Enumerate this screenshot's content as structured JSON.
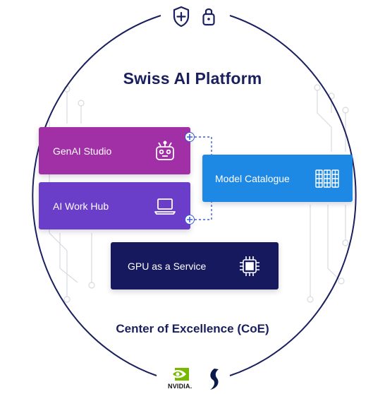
{
  "title": "Swiss AI Platform",
  "footer": "Center of Excellence (CoE)",
  "cards": {
    "genai": {
      "label": "GenAI Studio",
      "icon": "robot-icon",
      "color": "#a12fa6"
    },
    "work": {
      "label": "AI Work Hub",
      "icon": "laptop-icon",
      "color": "#6a3ec9"
    },
    "model": {
      "label": "Model Catalogue",
      "icon": "grid-catalogue-icon",
      "color": "#1e88e5"
    },
    "gpu": {
      "label": "GPU as a Service",
      "icon": "chip-icon",
      "color": "#16195e"
    }
  },
  "logos": {
    "nvidia": "NVIDIA."
  },
  "top_icons": [
    "shield-plus-icon",
    "padlock-icon"
  ],
  "colors": {
    "circle": "#1a1f5e",
    "circuit": "#d4d6dc",
    "connector": "#3b5bdb"
  }
}
